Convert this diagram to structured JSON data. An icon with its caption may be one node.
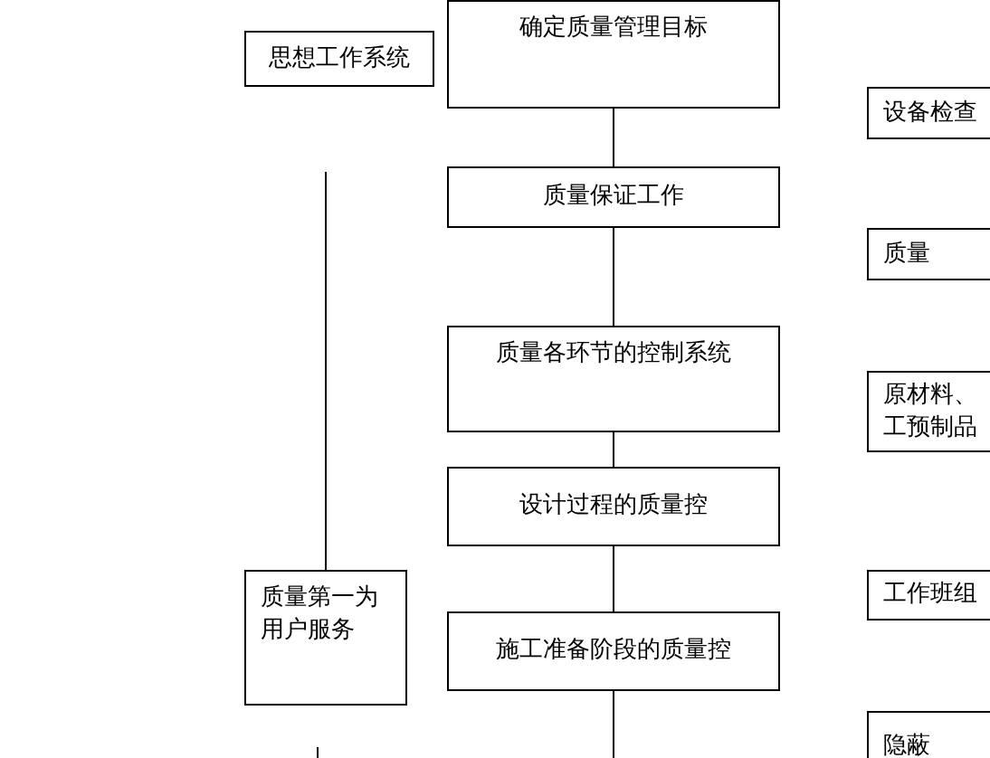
{
  "diagram": {
    "nodes": [
      {
        "text": [
          "确定质量管理目标"
        ]
      },
      {
        "text": [
          "思想工作系统"
        ]
      },
      {
        "text": [
          "设备检查"
        ]
      },
      {
        "text": [
          "质量保证工作"
        ]
      },
      {
        "text": [
          "质量"
        ]
      },
      {
        "text": [
          "质量各环节的控制系统"
        ]
      },
      {
        "text": [
          "原材料、工预制品"
        ]
      },
      {
        "text": [
          "设计过程的质量控"
        ]
      },
      {
        "text": [
          "质量第一为用户服务"
        ]
      },
      {
        "text": [
          "工作班组"
        ]
      },
      {
        "text": [
          "施工准备阶段的质量控"
        ]
      },
      {
        "text": [
          "隐蔽"
        ]
      }
    ],
    "edges": [
      {
        "from": 0,
        "to": 3,
        "arrow": "none"
      },
      {
        "from": 3,
        "to": 5,
        "arrow": "none"
      },
      {
        "from": 5,
        "to": 7,
        "arrow": "none"
      },
      {
        "from": 7,
        "to": 10,
        "arrow": "none"
      },
      {
        "from": null,
        "to": 8,
        "arrow": "none"
      },
      {
        "from": 10,
        "to": null,
        "arrow": "none"
      }
    ]
  }
}
